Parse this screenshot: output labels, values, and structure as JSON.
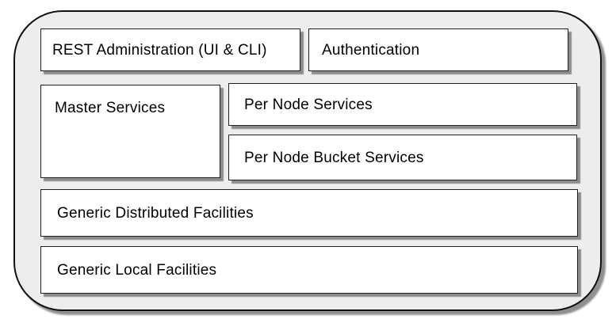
{
  "diagram": {
    "type": "architecture-block-diagram",
    "colors": {
      "page_background": "#ffffff",
      "container_fill": "#ededed",
      "box_fill": "#ffffff",
      "border": "#111111",
      "shadow": "#8c8c8c",
      "text": "#000000"
    },
    "boxes": [
      {
        "id": "rest-administration",
        "label": "REST Administration (UI & CLI)"
      },
      {
        "id": "authentication",
        "label": "Authentication"
      },
      {
        "id": "master-services",
        "label": "Master Services"
      },
      {
        "id": "per-node-services",
        "label": "Per Node Services"
      },
      {
        "id": "per-node-bucket-services",
        "label": "Per Node Bucket Services"
      },
      {
        "id": "generic-distributed-facilities",
        "label": "Generic Distributed Facilities"
      },
      {
        "id": "generic-local-facilities",
        "label": "Generic Local Facilities"
      }
    ]
  }
}
